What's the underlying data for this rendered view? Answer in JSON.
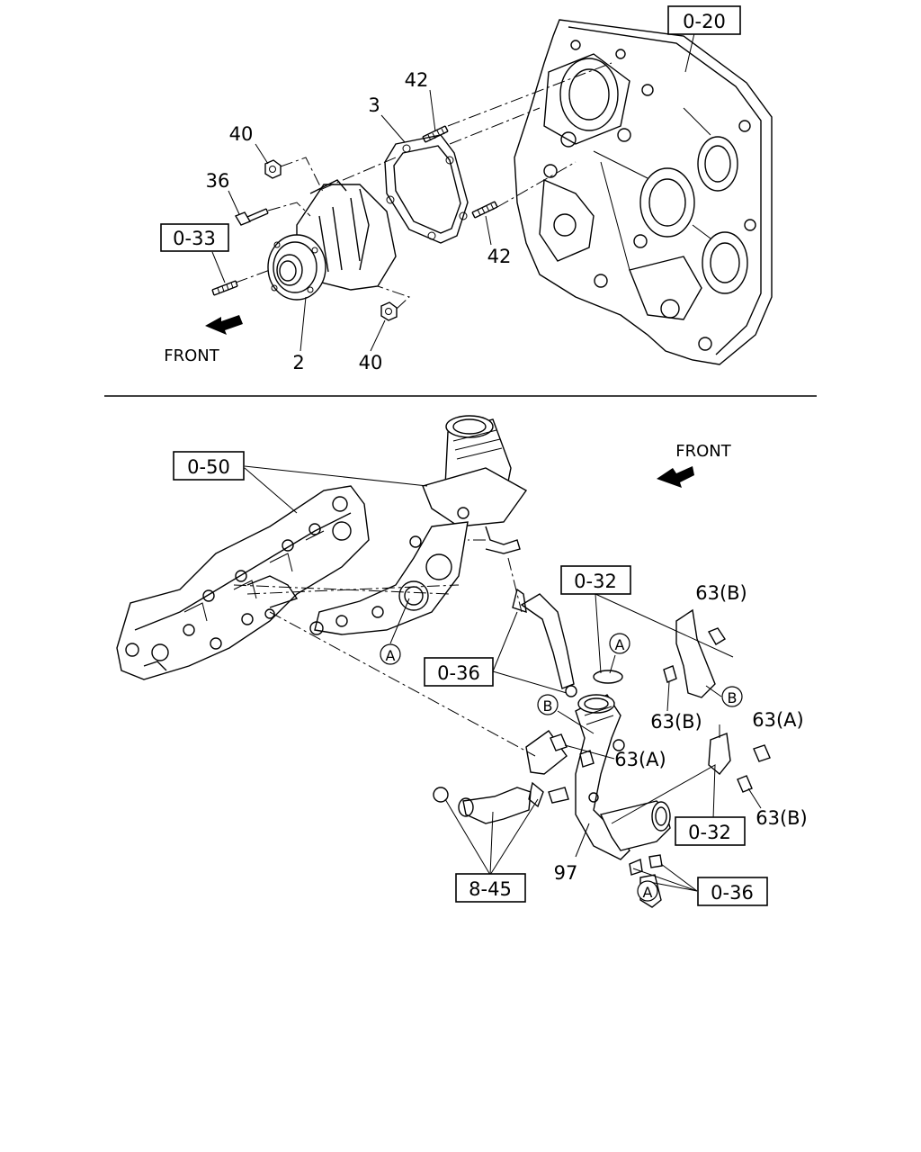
{
  "ref_boxes": {
    "r0_20": "0-20",
    "r0_33": "0-33",
    "r0_50": "0-50",
    "r0_32a": "0-32",
    "r0_32b": "0-32",
    "r0_36a": "0-36",
    "r0_36b": "0-36",
    "r8_45": "8-45"
  },
  "part_numbers": {
    "p42a": "42",
    "p3": "3",
    "p40a": "40",
    "p36": "36",
    "p42b": "42",
    "p2": "2",
    "p40b": "40",
    "p63b_1": "63(B)",
    "p63b_2": "63(B)",
    "p63a_1": "63(A)",
    "p63a_2": "63(A)",
    "p63b_3": "63(B)",
    "p97": "97"
  },
  "callouts": {
    "a1": "A",
    "a2": "A",
    "a3": "A",
    "b1": "B",
    "b2": "B"
  },
  "direction_labels": {
    "front_top": "FRONT",
    "front_bottom": "FRONT"
  }
}
